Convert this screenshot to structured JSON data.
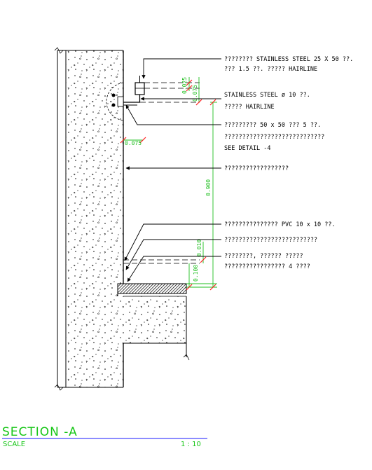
{
  "notes": {
    "rail_line1": "???????? STAINLESS STEEL 25 X 50 ??.",
    "rail_line2": "??? 1.5 ??. ????? HAIRLINE",
    "rod_line1": "STAINLESS STEEL ø 10 ??.",
    "rod_line2": "????? HAIRLINE",
    "bracket_line1": "????????? 50 x 50 ??? 5 ??.",
    "bracket_line2": "????????????????????????????",
    "bracket_line3": "SEE DETAIL -4",
    "wall_line1": "??????????????????",
    "pvc_line1": "??????????????? PVC 10 x 10  ??.",
    "strip_line1": "??????????????????????????",
    "floor_line1": "????????, ?????? ?????",
    "floor_line2": "????????????????? 4 ????"
  },
  "dimensions": {
    "d1": "0.025",
    "d2": "0.075",
    "d3": "0.075",
    "d4": "0.900",
    "d5": "0.010",
    "d6": "0.100"
  },
  "title": {
    "section": "SECTION  -A",
    "scale_label": "SCALE",
    "scale_value": "1 : 10"
  },
  "colors": {
    "lines": "#000000",
    "dimension": "#1fbf1f",
    "leader_red": "#ff2020",
    "title": "#17c617",
    "title_rule": "#1a1aff"
  }
}
